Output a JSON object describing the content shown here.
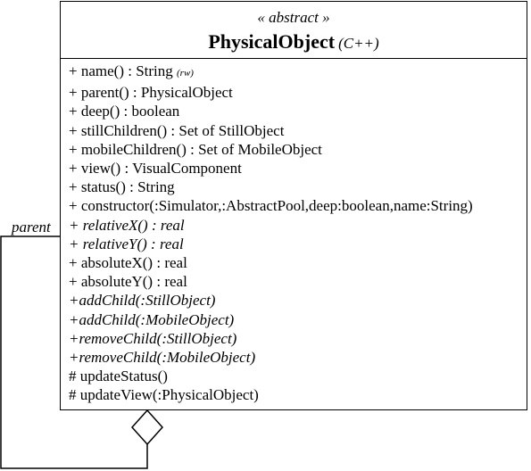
{
  "class": {
    "stereotype": "« abstract »",
    "name": "PhysicalObject",
    "language": "(C++)",
    "operations": [
      {
        "text": "+ name() : String",
        "note": "(rw)",
        "abstract": false
      },
      {
        "text": "+ parent() : PhysicalObject",
        "abstract": false
      },
      {
        "text": "+ deep() : boolean",
        "abstract": false
      },
      {
        "text": "+ stillChildren() : Set of StillObject",
        "abstract": false
      },
      {
        "text": "+ mobileChildren() : Set of MobileObject",
        "abstract": false
      },
      {
        "text": "+ view() : VisualComponent",
        "abstract": false
      },
      {
        "text": "+ status() : String",
        "abstract": false
      },
      {
        "text": "+ constructor(:Simulator,:AbstractPool,deep:boolean,name:String)",
        "abstract": false
      },
      {
        "text": "+ relativeX() : real",
        "abstract": true
      },
      {
        "text": "+ relativeY() : real",
        "abstract": true
      },
      {
        "text": "+ absoluteX() : real",
        "abstract": false
      },
      {
        "text": "+ absoluteY() : real",
        "abstract": false
      },
      {
        "text": "+addChild(:StillObject)",
        "abstract": true
      },
      {
        "text": "+addChild(:MobileObject)",
        "abstract": true
      },
      {
        "text": "+removeChild(:StillObject)",
        "abstract": true
      },
      {
        "text": "+removeChild(:MobileObject)",
        "abstract": true
      },
      {
        "text": "# updateStatus()",
        "abstract": false
      },
      {
        "text": "# updateView(:PhysicalObject)",
        "abstract": false
      }
    ]
  },
  "association": {
    "role": "parent",
    "kind": "aggregation"
  }
}
